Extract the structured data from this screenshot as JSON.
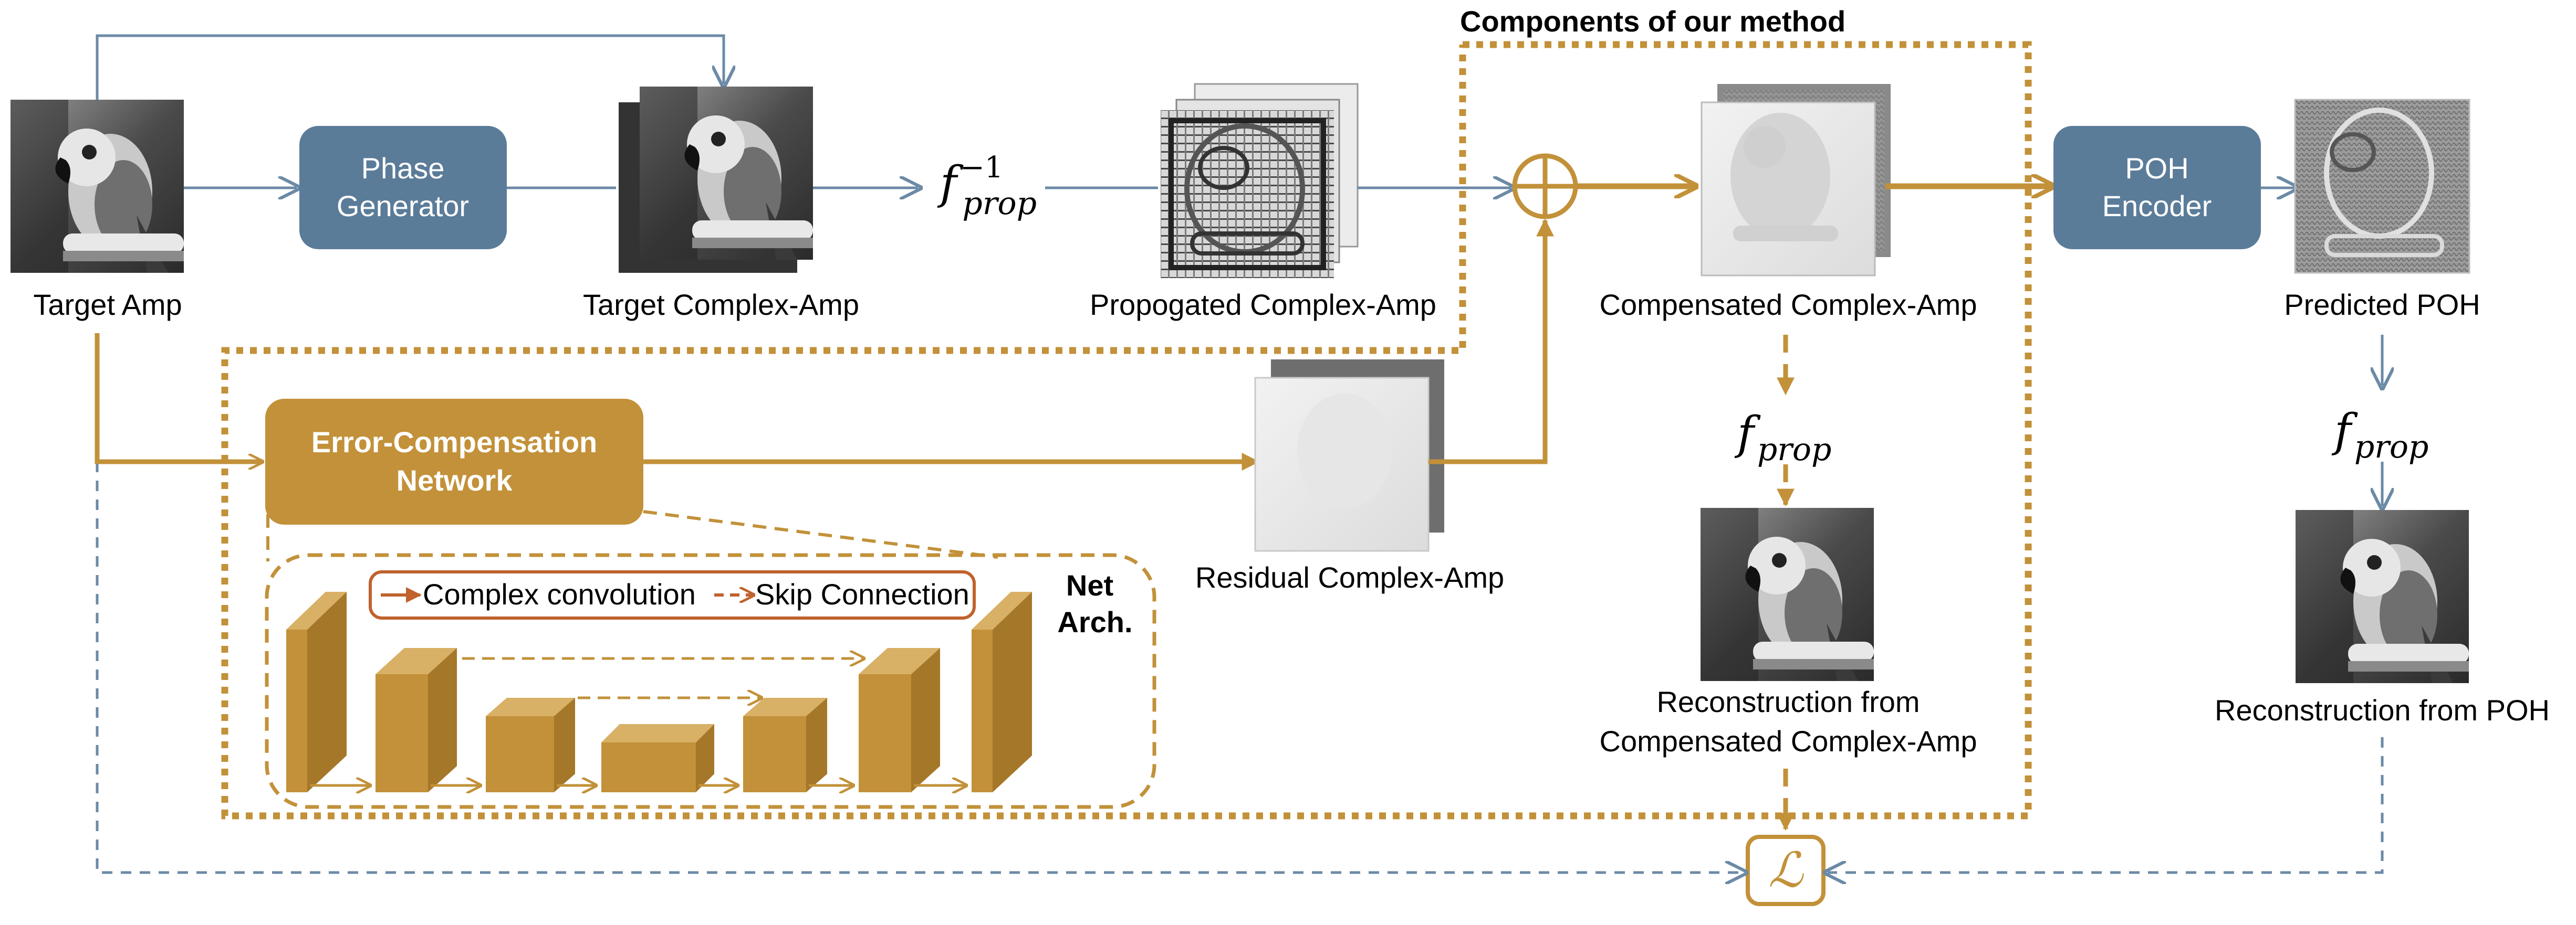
{
  "components_title": "Components of our method",
  "nodes": {
    "target_amp": "Target Amp",
    "phase_generator": [
      "Phase",
      "Generator"
    ],
    "target_complex_amp": "Target Complex-Amp",
    "f_prop_inverse": {
      "base": "f",
      "sub": "prop",
      "sup": "−1"
    },
    "propagated_complex_amp": "Propogated Complex-Amp",
    "compensated_complex_amp": "Compensated Complex-Amp",
    "poh_encoder": [
      "POH",
      "Encoder"
    ],
    "predicted_poh": "Predicted POH",
    "error_compensation_network": [
      "Error-Compensation",
      "Network"
    ],
    "residual_complex_amp": "Residual Complex-Amp",
    "f_prop_middle": {
      "base": "f",
      "sub": "prop"
    },
    "f_prop_right": {
      "base": "f",
      "sub": "prop"
    },
    "reconstruction_compensated": [
      "Reconstruction from",
      "Compensated Complex-Amp"
    ],
    "reconstruction_poh": "Reconstruction from POH",
    "loss_symbol": "ℒ"
  },
  "net_arch": {
    "title": [
      "Net",
      "Arch."
    ],
    "legend_complex_conv": "Complex convolution",
    "legend_skip": "Skip Connection"
  },
  "colors": {
    "blue_box": "#5b7c99",
    "blue_line": "#6b8aa6",
    "gold": "#c29139",
    "gold_dark": "#a57728",
    "gold_light": "#d8b066",
    "legend_border": "#c0622e"
  }
}
